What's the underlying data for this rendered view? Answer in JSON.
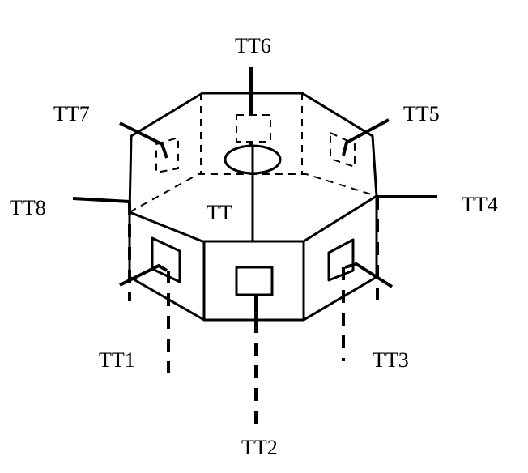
{
  "labels": {
    "center": "TT",
    "tt1": "TT1",
    "tt2": "TT2",
    "tt3": "TT3",
    "tt4": "TT4",
    "tt5": "TT5",
    "tt6": "TT6",
    "tt7": "TT7",
    "tt8": "TT8"
  }
}
